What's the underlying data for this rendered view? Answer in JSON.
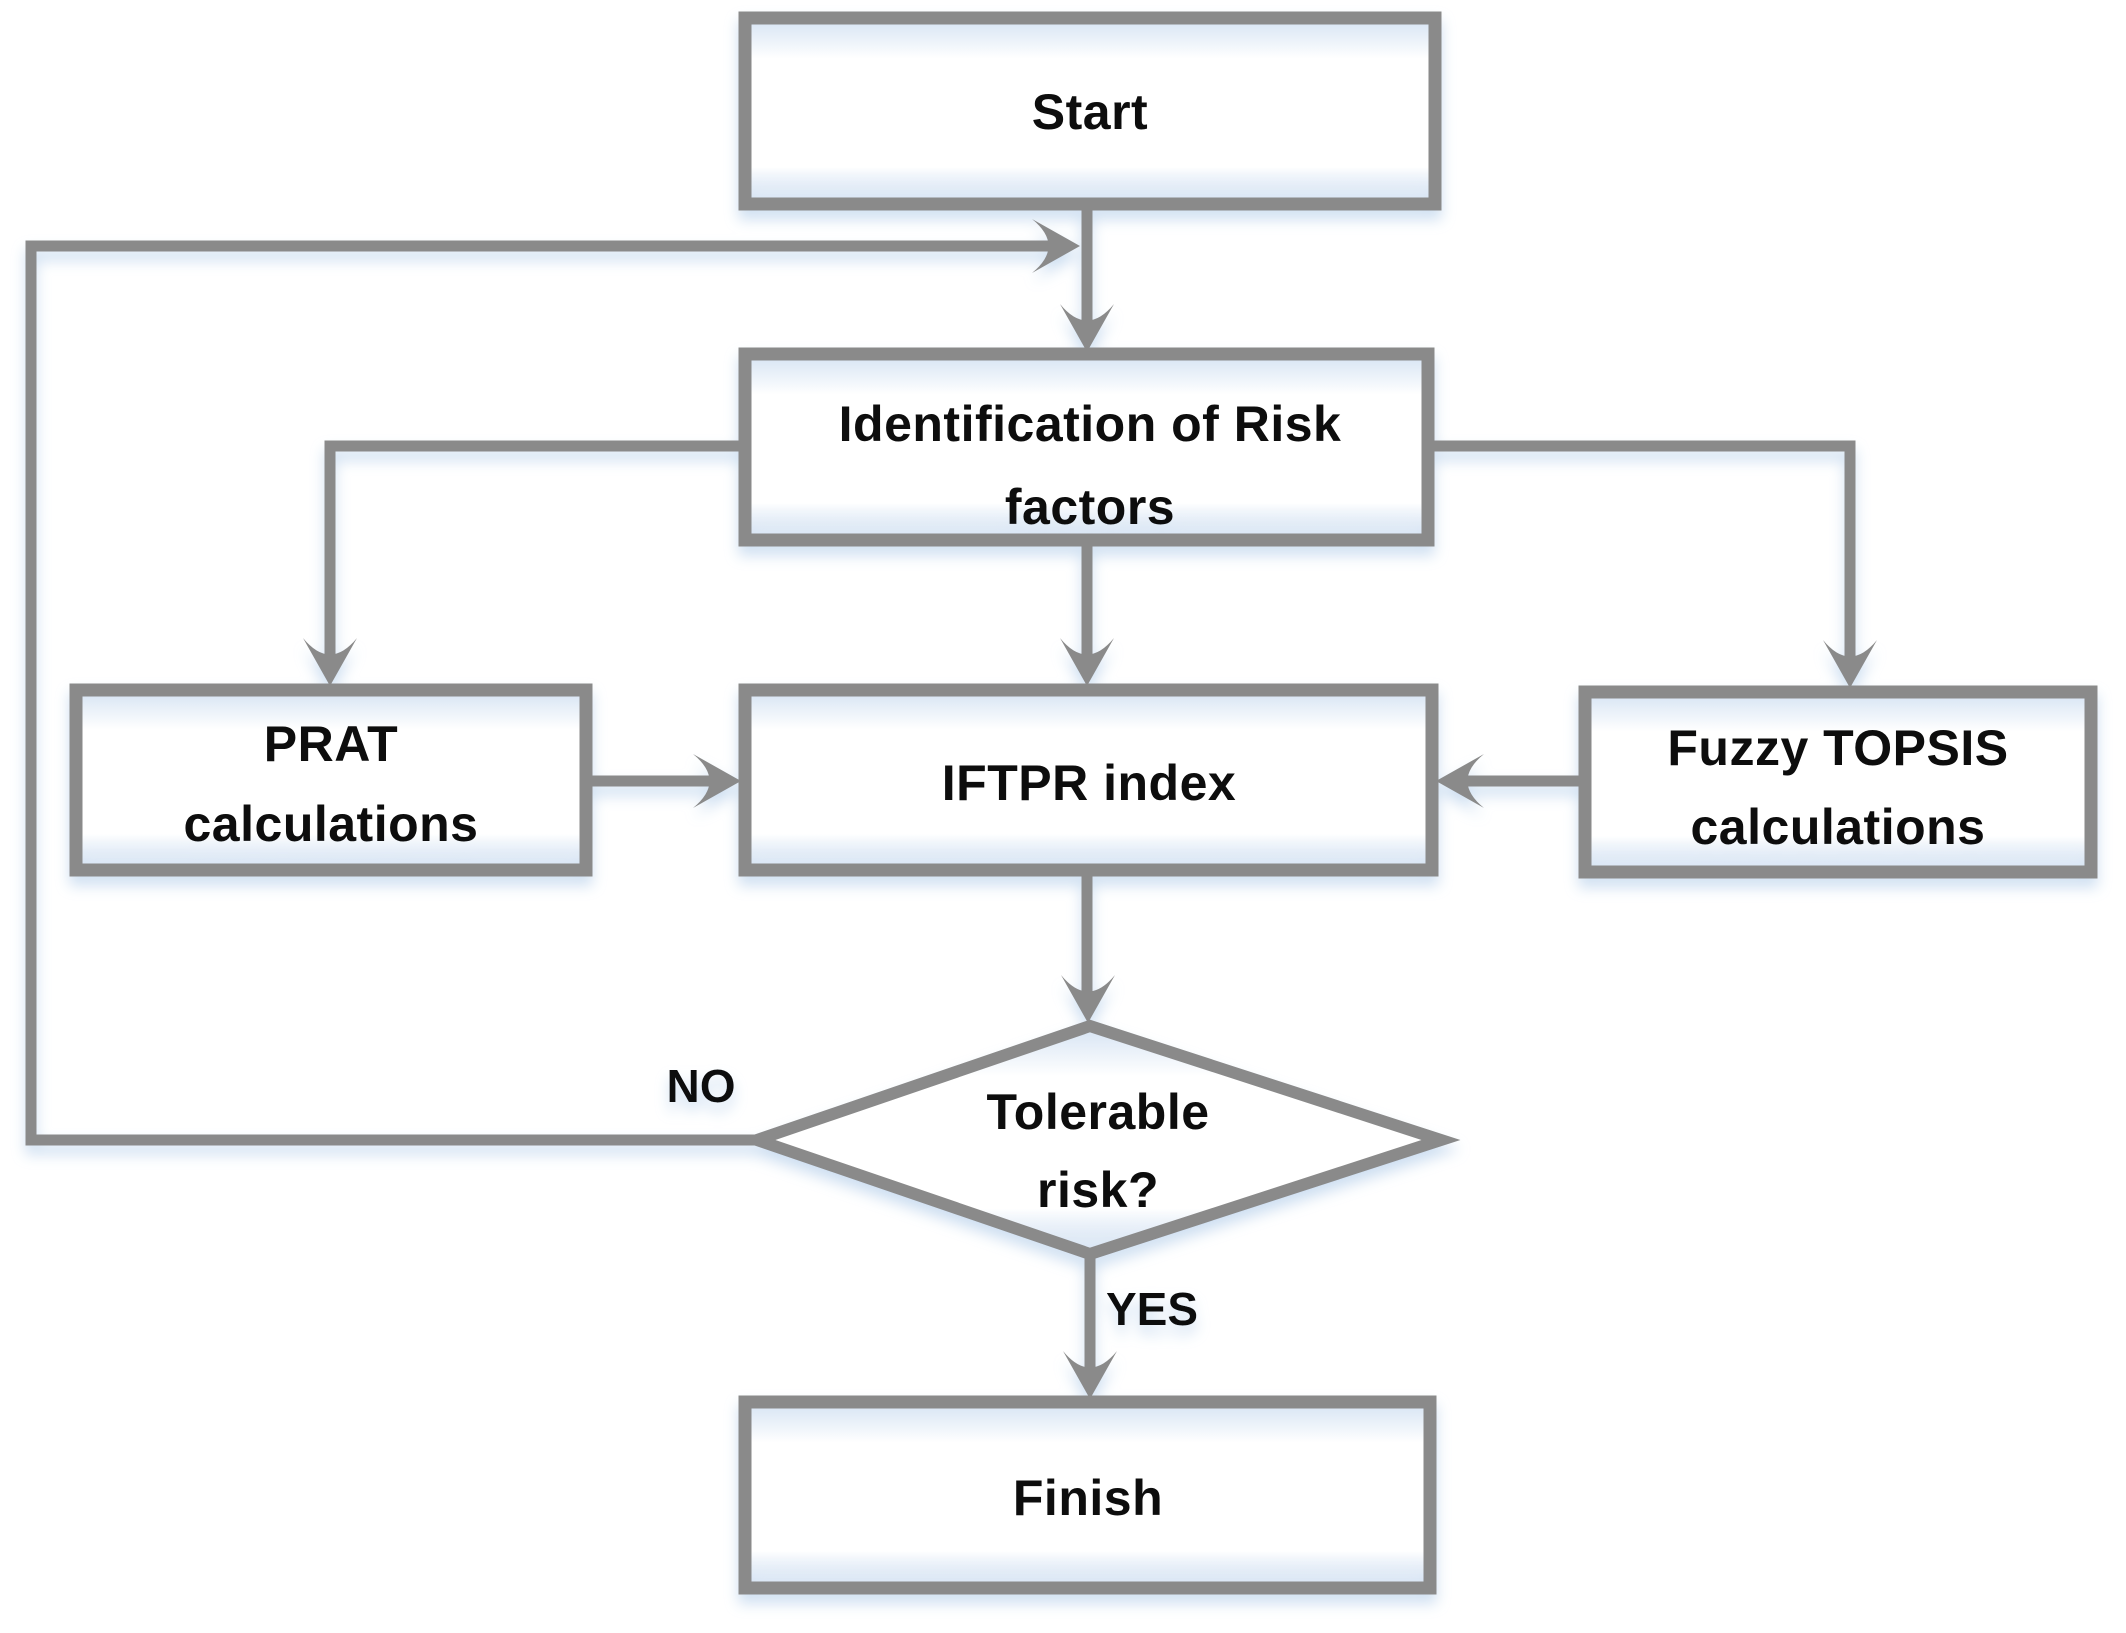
{
  "diagram": {
    "nodes": {
      "start": {
        "label": "Start"
      },
      "identification": {
        "lines": [
          "Identification of Risk",
          "factors"
        ]
      },
      "prat": {
        "lines": [
          "PRAT",
          "calculations"
        ]
      },
      "iftpr": {
        "label": "IFTPR index"
      },
      "fuzzy_topsis": {
        "lines": [
          "Fuzzy TOPSIS",
          "calculations"
        ]
      },
      "decision": {
        "lines": [
          "Tolerable",
          "risk?"
        ]
      },
      "finish": {
        "label": "Finish"
      }
    },
    "edge_labels": {
      "no": "NO",
      "yes": "YES"
    },
    "colors": {
      "line": "#8a8a8a",
      "text": "#0a0a0a",
      "box_fill": "#ffffff",
      "glow": "#d5e3f3",
      "shadow": "#c9dcf0",
      "background": "#ffffff"
    }
  }
}
